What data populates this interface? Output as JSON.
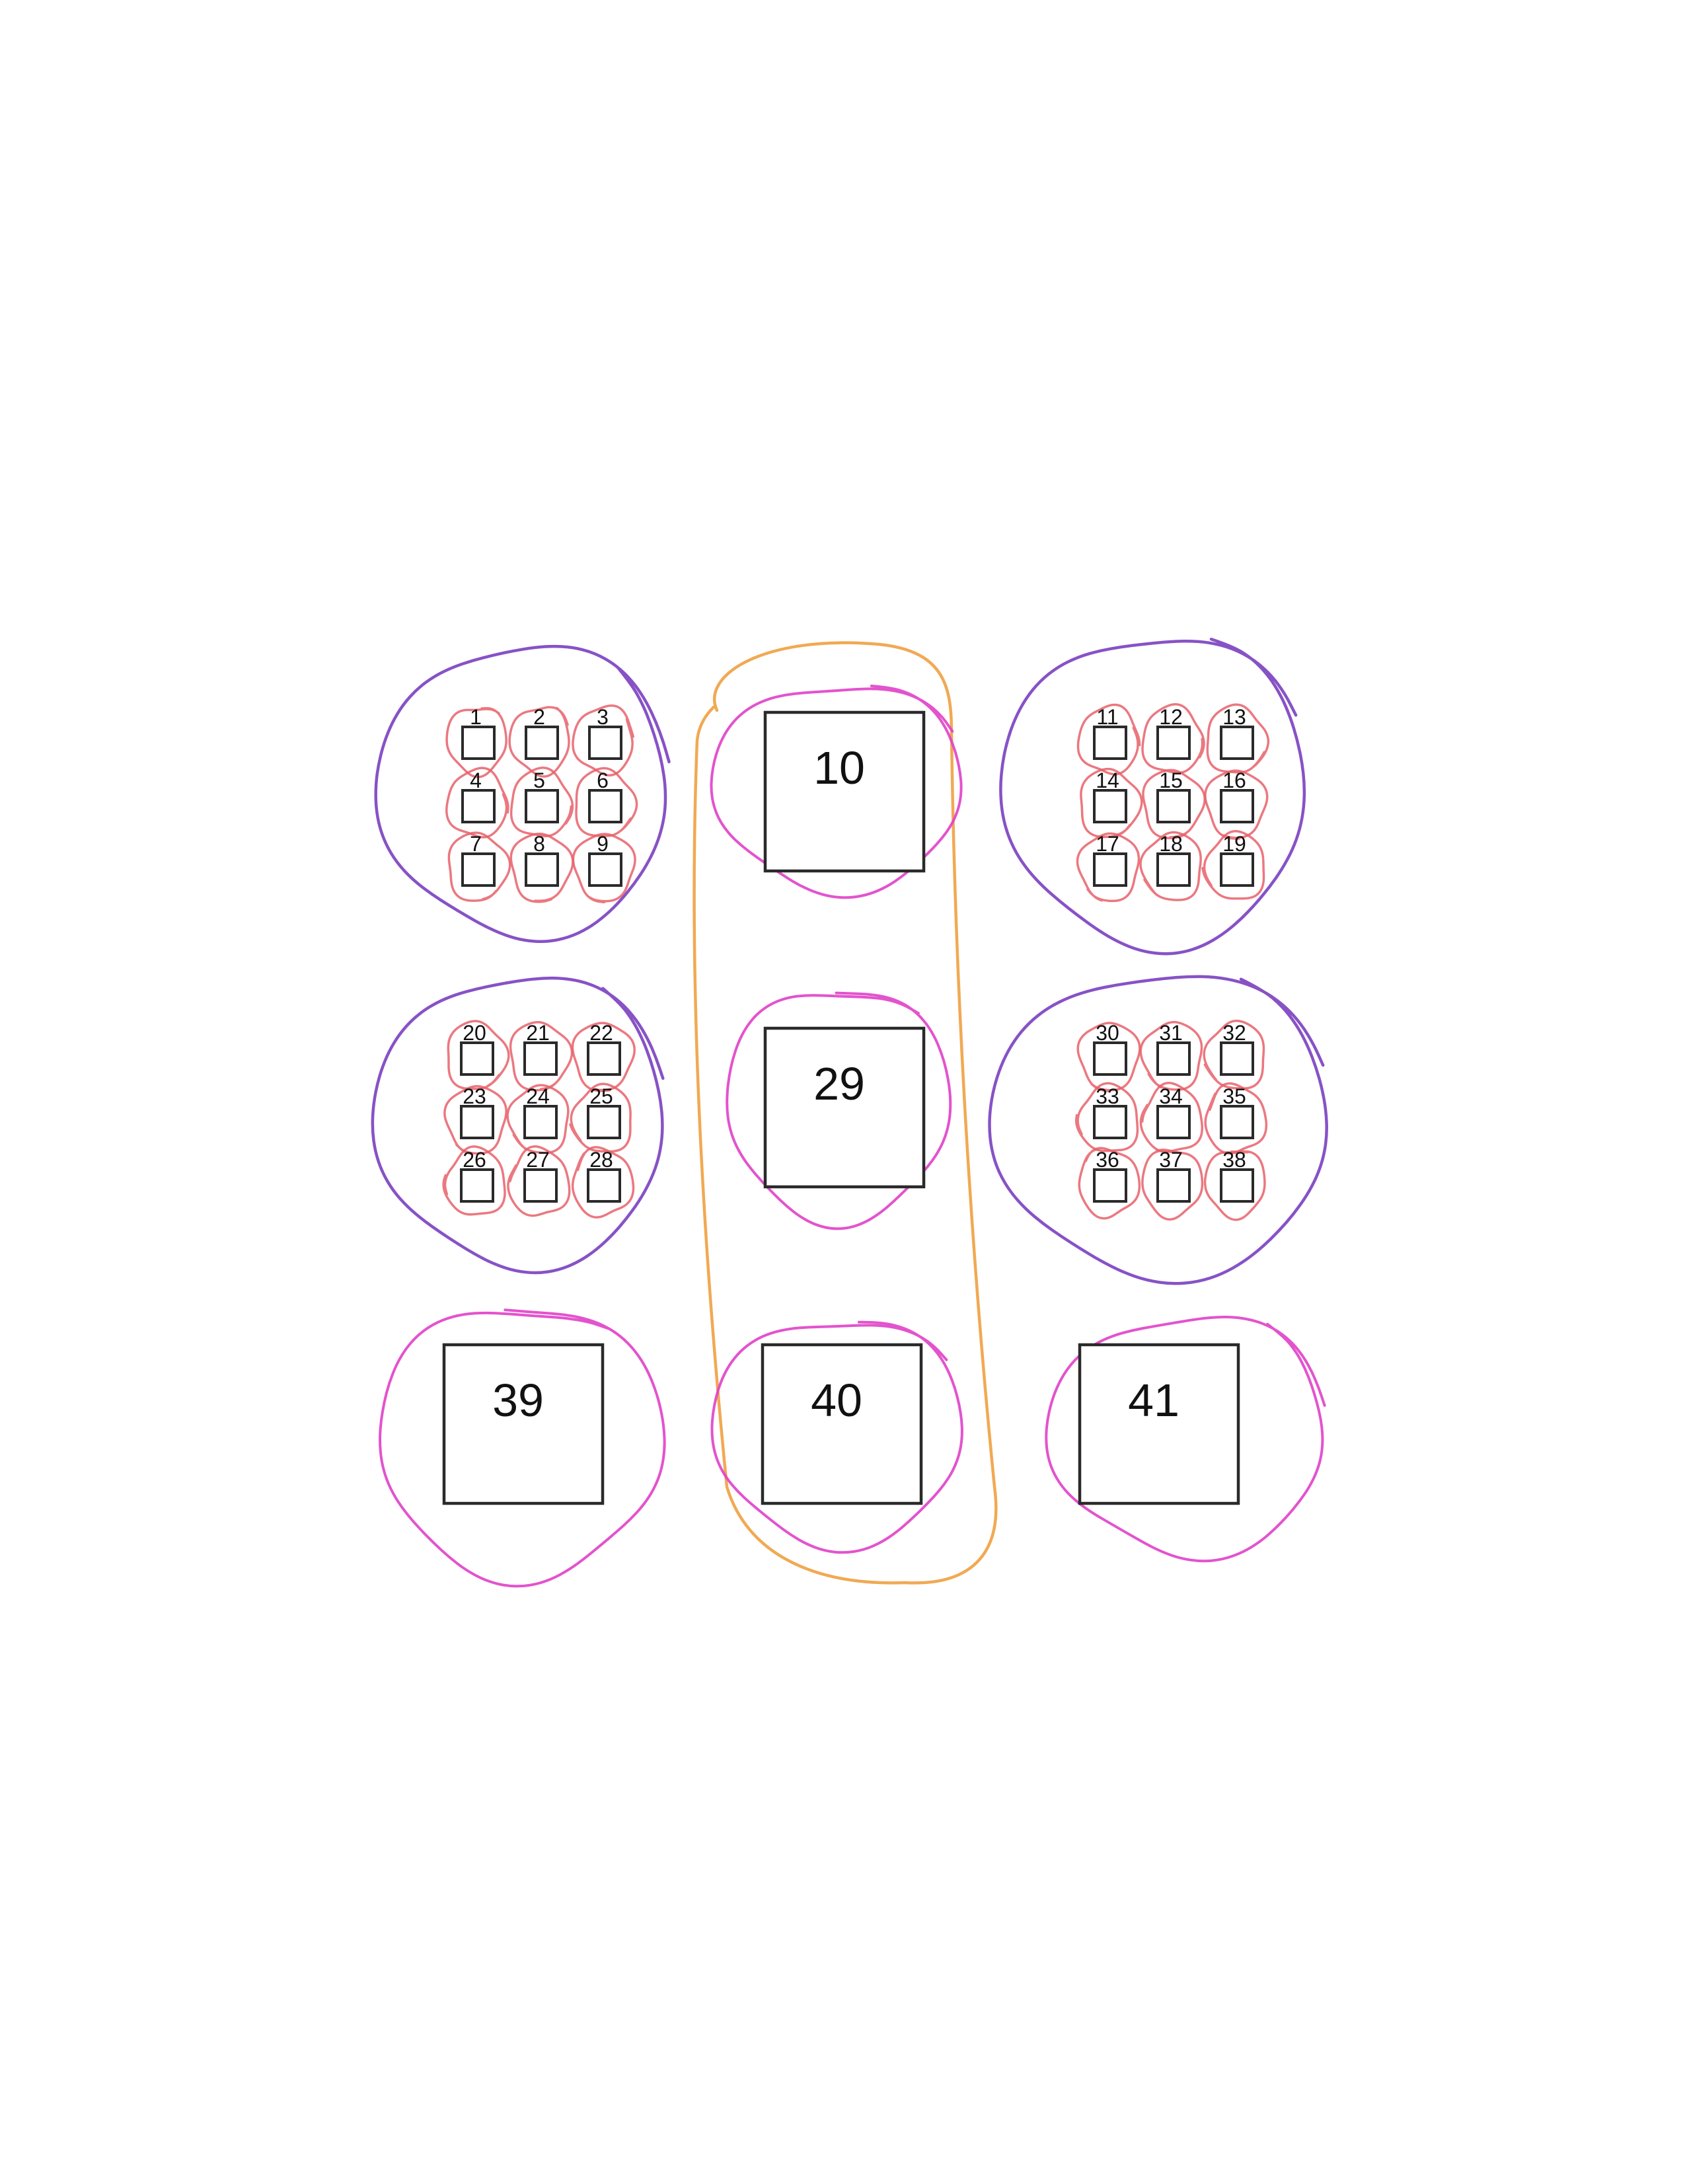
{
  "colors": {
    "item_loop": "#e8606a",
    "single_loop": "#e040c8",
    "group_loop": "#7a3fc0",
    "column_loop": "#f0a040",
    "box_stroke": "#2a2a2a"
  },
  "groups": [
    {
      "id": "group-a",
      "labels": [
        "1",
        "2",
        "3",
        "4",
        "5",
        "6",
        "7",
        "8",
        "9"
      ]
    },
    {
      "id": "group-b",
      "labels": [
        "11",
        "12",
        "13",
        "14",
        "15",
        "16",
        "17",
        "18",
        "19"
      ]
    },
    {
      "id": "group-c",
      "labels": [
        "20",
        "21",
        "22",
        "23",
        "24",
        "25",
        "26",
        "27",
        "28"
      ]
    },
    {
      "id": "group-d",
      "labels": [
        "30",
        "31",
        "32",
        "33",
        "34",
        "35",
        "36",
        "37",
        "38"
      ]
    }
  ],
  "singles": [
    {
      "id": "single-10",
      "label": "10"
    },
    {
      "id": "single-29",
      "label": "29"
    },
    {
      "id": "single-39",
      "label": "39"
    },
    {
      "id": "single-40",
      "label": "40"
    },
    {
      "id": "single-41",
      "label": "41"
    }
  ]
}
